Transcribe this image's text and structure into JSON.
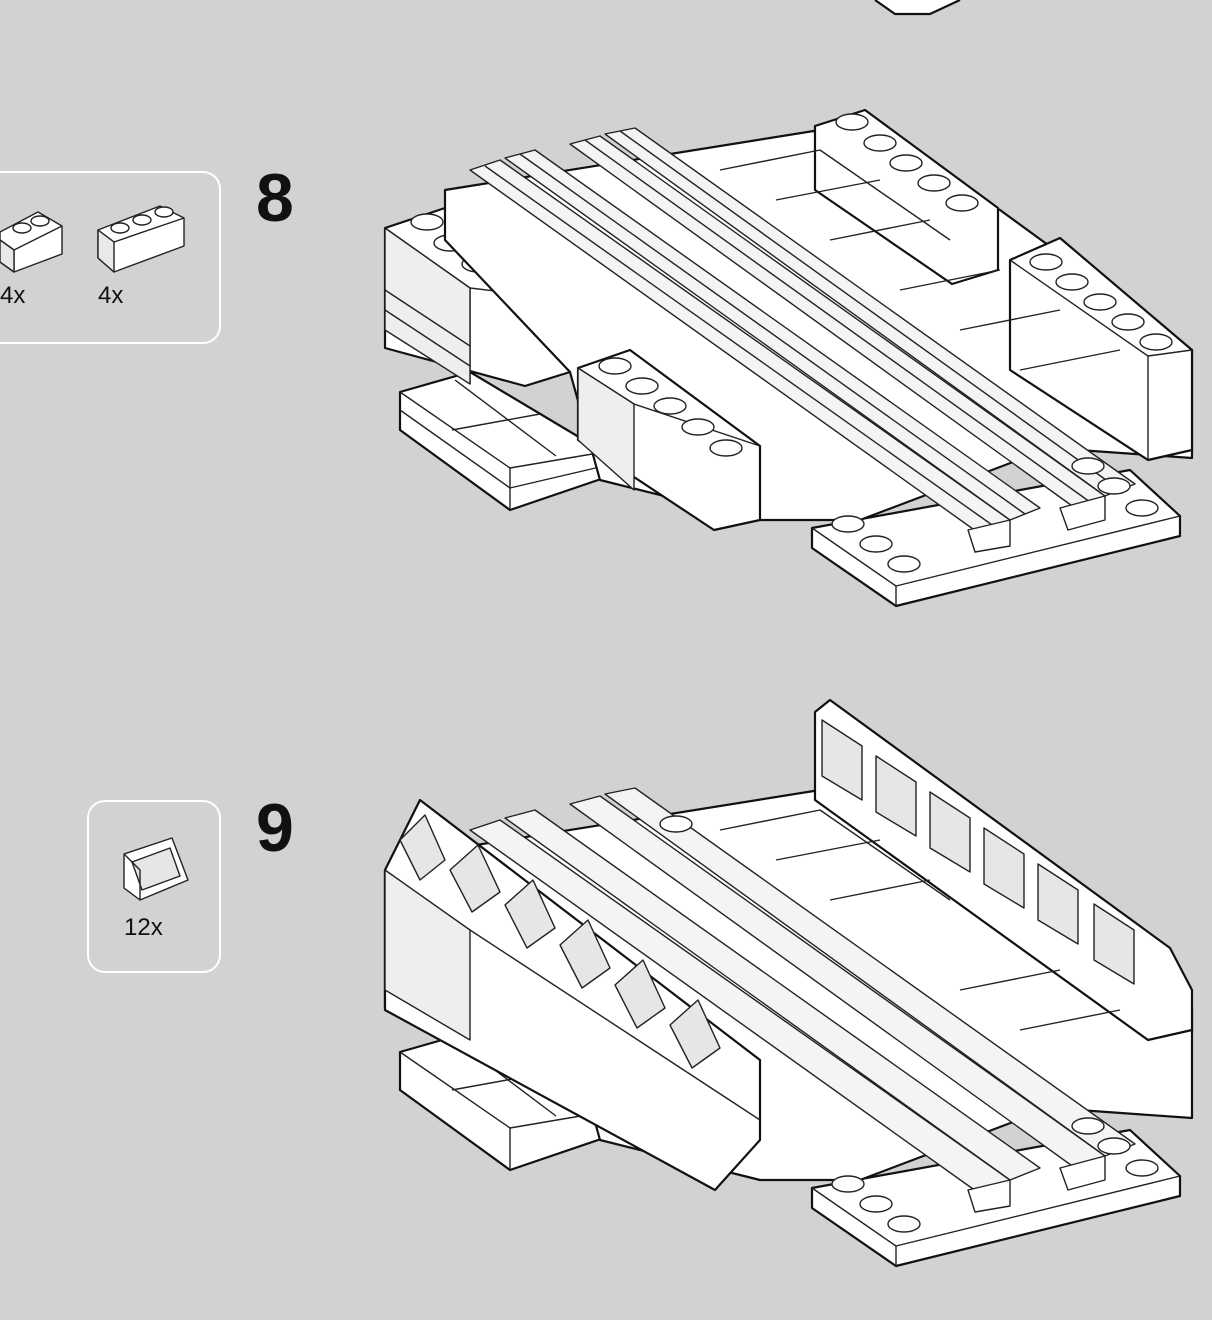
{
  "steps": [
    {
      "number": "8",
      "parts": [
        {
          "icon": "brick-1x2-icon",
          "quantity": "4x"
        },
        {
          "icon": "brick-1x3-icon",
          "quantity": "4x"
        }
      ]
    },
    {
      "number": "9",
      "parts": [
        {
          "icon": "slope-window-icon",
          "quantity": "12x"
        }
      ]
    }
  ],
  "colors": {
    "background": "#d1d2d4",
    "brick": "#ffffff",
    "outline": "#111111"
  }
}
